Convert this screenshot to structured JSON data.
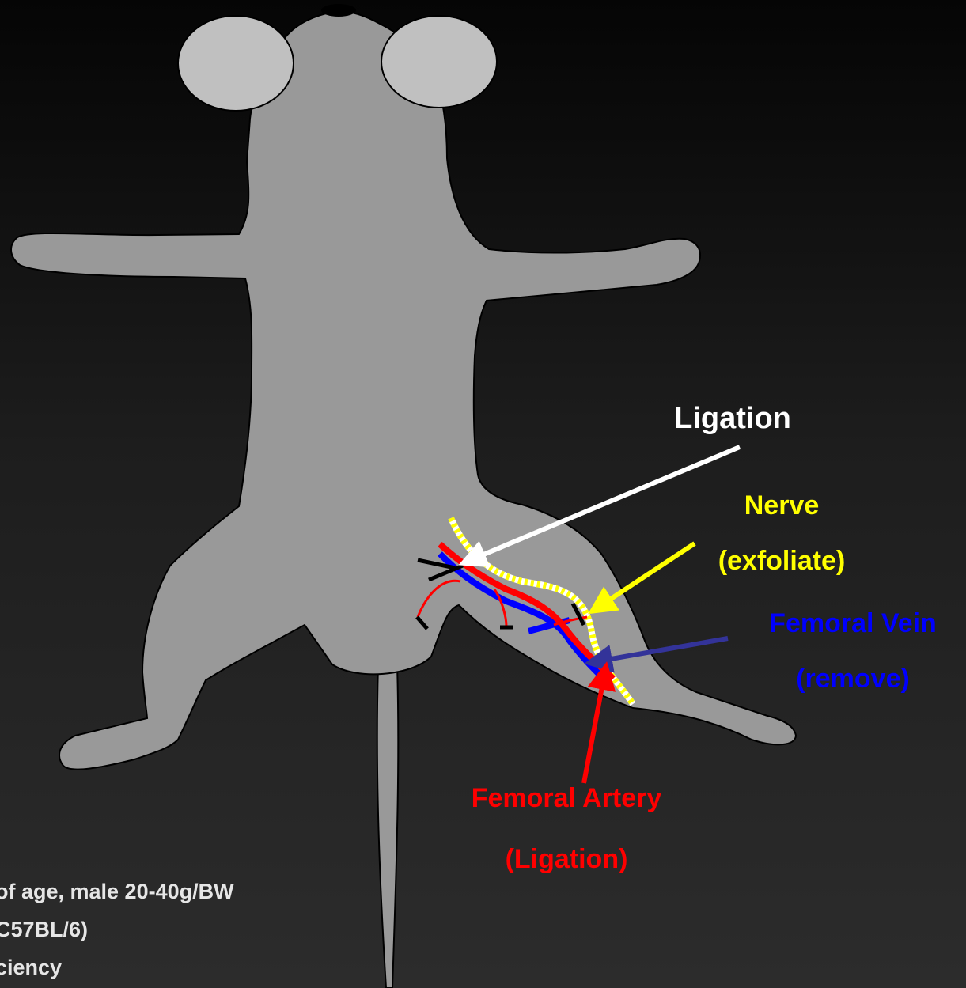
{
  "labels": {
    "ligation": "Ligation",
    "nerve": "Nerve",
    "nerve_note": "(exfoliate)",
    "vein": "Femoral Vein",
    "vein_note": "(remove)",
    "artery": "Femoral Artery",
    "artery_note": "(Ligation)"
  },
  "info_lines": [
    "of age, male 20-40g/BW",
    "C57BL/6)",
    "ciency"
  ],
  "colors": {
    "body": "#999999",
    "ears": "#c0c0c0",
    "nerve": "#ffff00",
    "vein": "#0000ff",
    "artery": "#ff0000",
    "ligation_arrow": "#ffffff",
    "vein_arrow": "#333399"
  }
}
